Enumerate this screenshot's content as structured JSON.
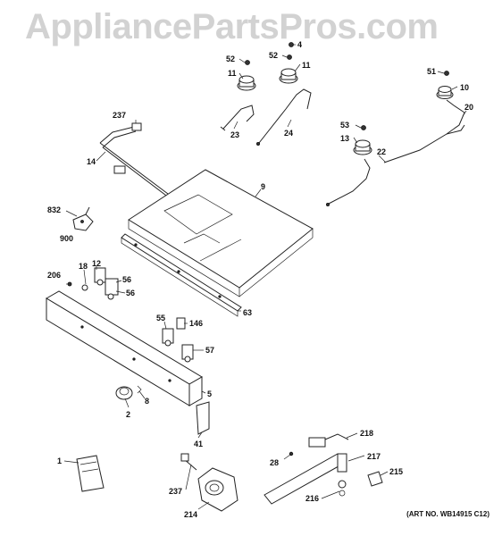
{
  "watermark": "AppliancePartsPros.com",
  "art_number": "(ART NO. WB14915 C12)",
  "callouts": {
    "c4": "4",
    "c52a": "52",
    "c52b": "52",
    "c11a": "11",
    "c11b": "11",
    "c51": "51",
    "c10": "10",
    "c20": "20",
    "c237a": "237",
    "c14": "14",
    "c23": "23",
    "c24": "24",
    "c53": "53",
    "c13": "13",
    "c22": "22",
    "c9": "9",
    "c832": "832",
    "c900": "900",
    "c206": "206",
    "c18": "18",
    "c12": "12",
    "c56a": "56",
    "c56b": "56",
    "c63": "63",
    "c55": "55",
    "c146": "146",
    "c57": "57",
    "c5": "5",
    "c8": "8",
    "c2": "2",
    "c41": "41",
    "c218": "218",
    "c217": "217",
    "c215": "215",
    "c28": "28",
    "c216": "216",
    "c1": "1",
    "c237b": "237",
    "c214": "214"
  },
  "colors": {
    "watermark": "#d2d2d2",
    "ink": "#222222"
  }
}
